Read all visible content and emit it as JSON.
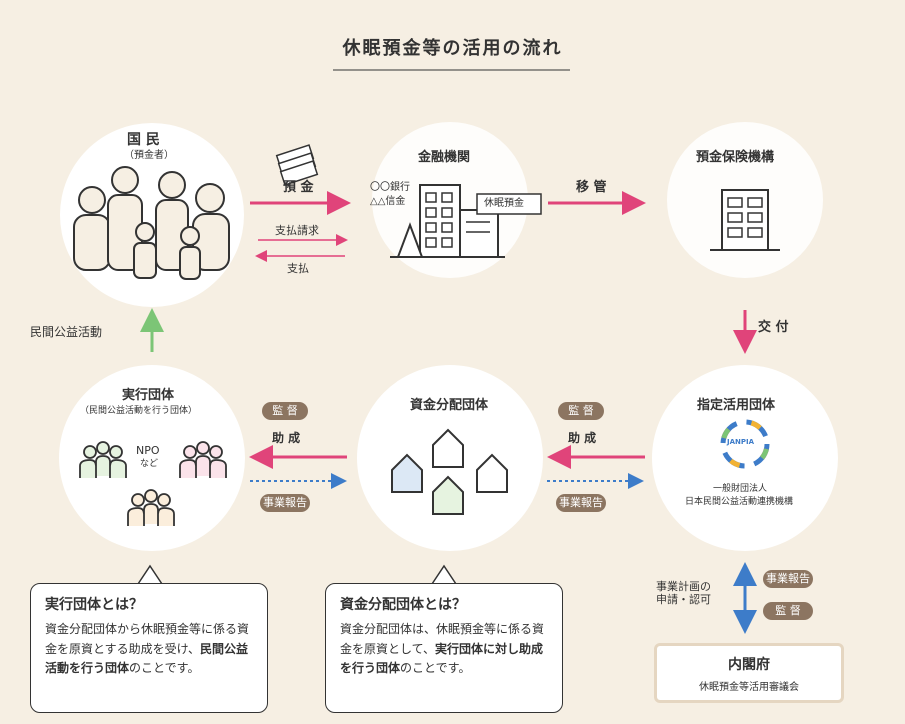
{
  "title": "休眠預金等の活用の流れ",
  "kokumin": {
    "label": "国 民",
    "sub": "（預金者）"
  },
  "flows": {
    "deposit": "預 金",
    "payment_request": "支払請求",
    "payment": "支払",
    "transfer": "移 管",
    "grant": "交 付",
    "private_activity": "民間公益活動",
    "josei_1": "助 成",
    "josei_2": "助 成",
    "kantoku_1": "監 督",
    "kantoku_2": "監 督",
    "report_1": "事業報告",
    "report_2": "事業報告",
    "plan": "事業計画の\n申請・認可",
    "report_3": "事業報告",
    "kantoku_3": "監 督"
  },
  "kinyu": {
    "label": "金融機関",
    "bank": "〇〇銀行",
    "shinkin": "△△信金",
    "dormant": "休眠預金"
  },
  "yokin_hoken": {
    "label": "預金保険機構"
  },
  "shitei": {
    "label": "指定活用団体",
    "org_type": "一般財団法人",
    "org_name": "日本民間公益活動連携機構",
    "logo_text": "JANPIA"
  },
  "shikin": {
    "label": "資金分配団体"
  },
  "jikko": {
    "label": "実行団体",
    "sub": "（民間公益活動を行う団体）",
    "npo": "NPO",
    "nado": "など"
  },
  "jikko_box": {
    "heading": "実行団体とは？",
    "text_1": "資金分配団体から休眠預金等に係る資金を原資とする助成を受け、",
    "emph": "民間公益活動を行う団体",
    "text_2": "のことです。"
  },
  "shikin_box": {
    "heading": "資金分配団体とは？",
    "text_1": "資金分配団体は、休眠預金等に係る資金を原資として、",
    "emph": "実行団体に対し助成を行う団体",
    "text_2": "のことです。"
  },
  "naikakufu": {
    "label": "内閣府",
    "sub": "休眠預金等活用審議会"
  },
  "colors": {
    "pink": "#e0447a",
    "green": "#7cc576",
    "blue": "#3d7cc9",
    "brown": "#8c7561",
    "bg": "#f6efe3"
  }
}
